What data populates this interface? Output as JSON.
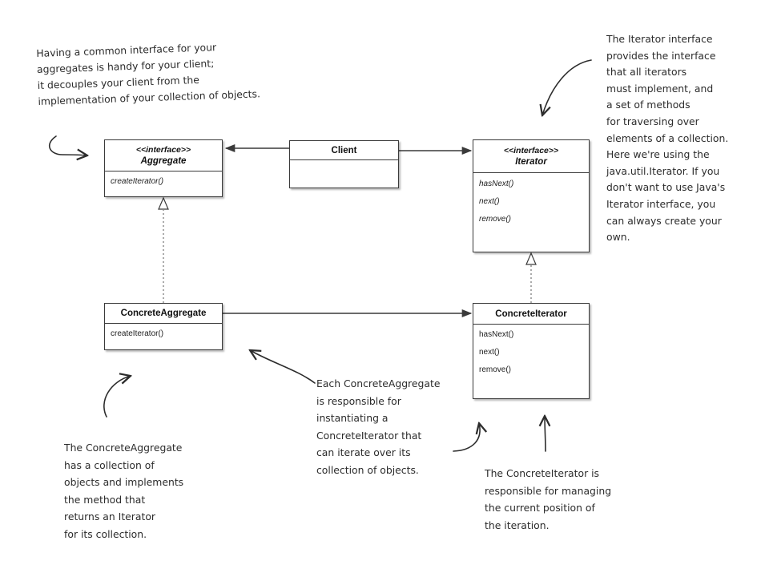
{
  "classes": {
    "aggregate": {
      "stereotype": "<<interface>>",
      "name": "Aggregate",
      "methods": [
        "createIterator()"
      ]
    },
    "client": {
      "name": "Client"
    },
    "iterator": {
      "stereotype": "<<interface>>",
      "name": "Iterator",
      "methods": [
        "hasNext()",
        "next()",
        "remove()"
      ]
    },
    "concrete_aggregate": {
      "name": "ConcreteAggregate",
      "methods": [
        "createIterator()"
      ]
    },
    "concrete_iterator": {
      "name": "ConcreteIterator",
      "methods": [
        "hasNext()",
        "next()",
        "remove()"
      ]
    }
  },
  "notes": {
    "aggregate_note": "Having a common interface for your\naggregates is handy for your client;\nit decouples your client from the\nimplementation of your collection of objects.",
    "iterator_note": "The Iterator interface\nprovides the interface\nthat all iterators\nmust implement, and\na set of methods\nfor traversing over\nelements of a collection.\nHere we're using the\njava.util.Iterator. If you\ndon't want to use Java's\nIterator interface, you\ncan always create your\nown.",
    "concrete_aggregate_note": "The ConcreteAggregate\nhas a collection of\nobjects and implements\nthe method that\nreturns an Iterator\nfor its collection.",
    "center_note": "Each ConcreteAggregate\nis responsible for\ninstantiating a\nConcreteIterator that\ncan iterate over its\ncollection of objects.",
    "concrete_iterator_note": "The ConcreteIterator is\nresponsible for managing\nthe current position of\nthe iteration."
  },
  "colors": {
    "line": "#3a3a3a",
    "handwriting": "#2c2c2c",
    "box_border": "#3a3a3a"
  }
}
